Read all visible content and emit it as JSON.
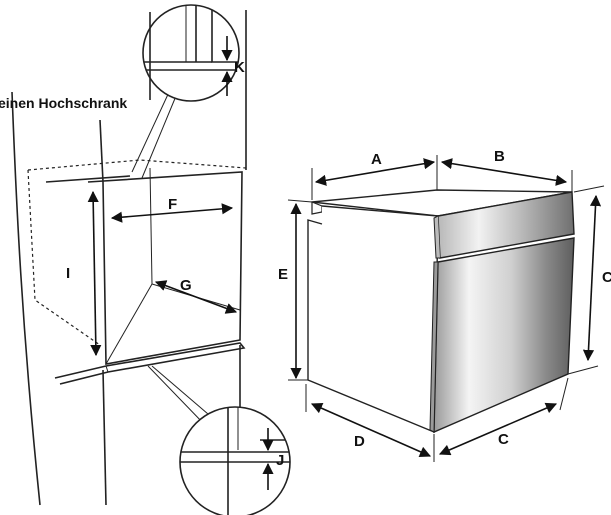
{
  "caption": "einen Hochschrank",
  "labels": {
    "A": "A",
    "B": "B",
    "C": "C",
    "D": "D",
    "E": "E",
    "F": "F",
    "G": "G",
    "I": "I",
    "J": "J",
    "K": "K",
    "O": "C"
  },
  "colors": {
    "line": "#222222",
    "steel_light": "#f2f2f2",
    "steel_dark": "#7a7a7a"
  }
}
